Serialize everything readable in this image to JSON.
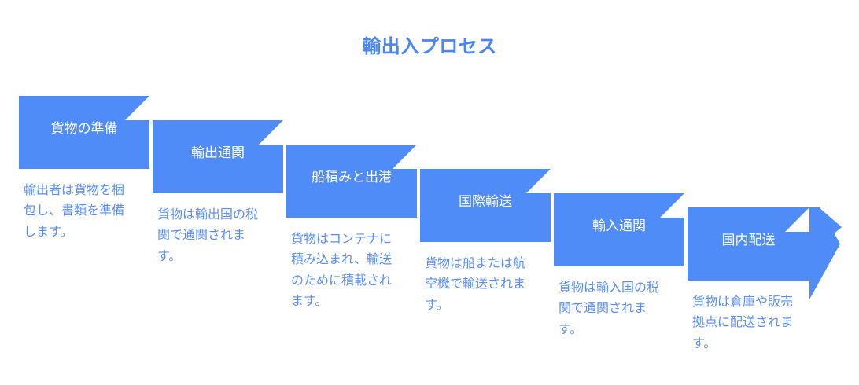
{
  "chart_data": {
    "type": "diagram",
    "diagram_kind": "chevron-process-flow",
    "title": "輸出入プロセス",
    "orientation": "left-to-right-descending-staircase",
    "accent_color": "#4f8cf7",
    "label_color": "#ffffff",
    "description_color": "#5b8ef7",
    "title_color": "#4a86f7",
    "background": "#ffffff",
    "step_count": 6,
    "steps": [
      {
        "index": 1,
        "label": "貨物の準備",
        "description": "輸出者は貨物を梱包し、書類を準備します。"
      },
      {
        "index": 2,
        "label": "輸出通関",
        "description": "貨物は輸出国の税関で通関されます。"
      },
      {
        "index": 3,
        "label": "船積みと出港",
        "description": "貨物はコンテナに積み込まれ、輸送のために積載されます。"
      },
      {
        "index": 4,
        "label": "国際輸送",
        "description": "貨物は船または航空機で輸送されます。"
      },
      {
        "index": 5,
        "label": "輸入通関",
        "description": "貨物は輸入国の税関で通関されます。"
      },
      {
        "index": 6,
        "label": "国内配送",
        "description": "貨物は倉庫や販売拠点に配送されます。"
      }
    ]
  },
  "title": "輸出入プロセス",
  "steps": [
    {
      "label": "貨物の準備",
      "description": "輸出者は貨物を梱包し、書類を準備します。"
    },
    {
      "label": "輸出通関",
      "description": "貨物は輸出国の税関で通関されます。"
    },
    {
      "label": "船積みと出港",
      "description": "貨物はコンテナに積み込まれ、輸送のために積載されます。"
    },
    {
      "label": "国際輸送",
      "description": "貨物は船または航空機で輸送されます。"
    },
    {
      "label": "輸入通関",
      "description": "貨物は輸入国の税関で通関されます。"
    },
    {
      "label": "国内配送",
      "description": "貨物は倉庫や販売拠点に配送されます。"
    }
  ]
}
